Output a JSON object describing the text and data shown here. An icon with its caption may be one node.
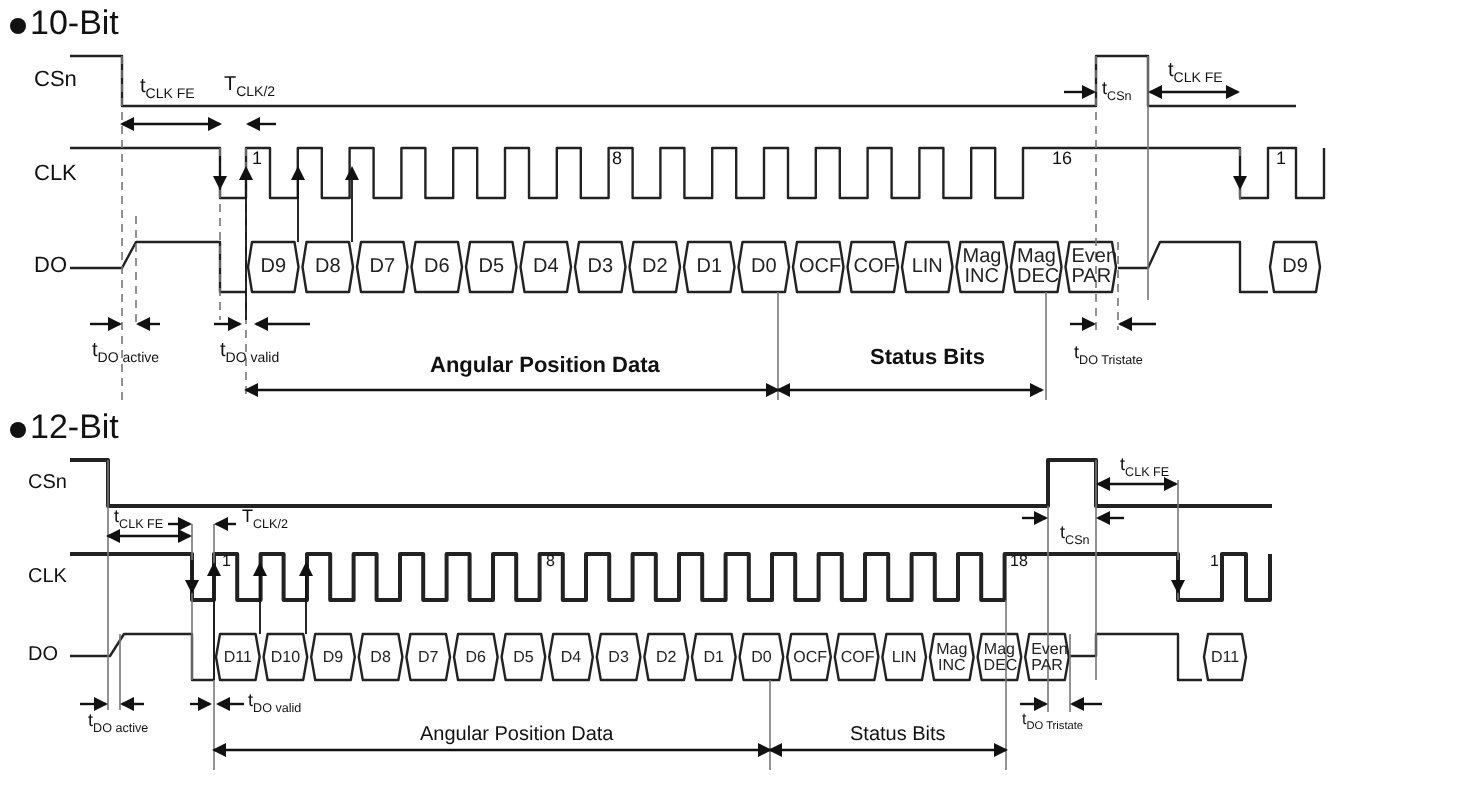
{
  "diagram": {
    "labels": [
      "10-Bit",
      "CSn",
      "t$_{CLK FE}$",
      "T$_{CLK/2}$",
      "t$_{CSn}$",
      "t$_{CLK FE}$",
      "CLK",
      "1",
      "8",
      "16",
      "1",
      "DO",
      "D9",
      "D8",
      "D7",
      "D6",
      "D5",
      "D4",
      "D3",
      "D2",
      "D1",
      "D0",
      "OCF",
      "COF",
      "LIN",
      "Mag INC",
      "Mag DEC",
      "Even PAR",
      "D9",
      "t$_{DO active}$",
      "t$_{DO valid}$",
      "t$_{DO Tristate}$",
      "Angular Position Data",
      "Status Bits",
      "12-Bit",
      "CSn",
      "t$_{CLK FE}$",
      "T$_{CLK/2}$",
      "t$_{CLK FE}$",
      "t$_{CSn}$",
      "CLK",
      "1",
      "8",
      "18",
      "1",
      "DO",
      "D11",
      "D10",
      "D9",
      "D8",
      "D7",
      "D6",
      "D5",
      "D4",
      "D3",
      "D2",
      "D1",
      "D0",
      "OCF",
      "COF",
      "LIN",
      "Mag INC",
      "Mag DEC",
      "Even PAR",
      "D11",
      "t$_{DO active}$",
      "t$_{DO valid}$",
      "t$_{DO Tristate}$",
      "Angular Position Data",
      "Status Bits"
    ]
  }
}
